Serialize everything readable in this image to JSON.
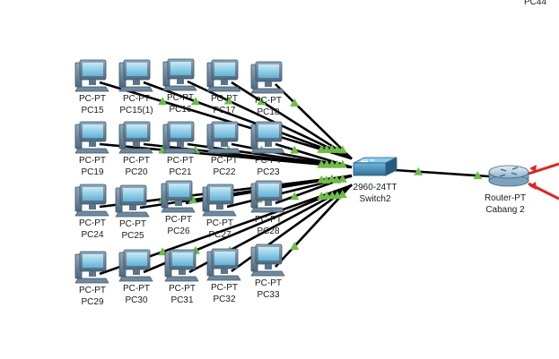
{
  "corner_label": "PC44",
  "colors": {
    "link_copper": "#000000",
    "link_serial": "#e3231b",
    "status_up": "#6cbe45"
  },
  "devices": [
    {
      "id": "PC15",
      "type": "PC-PT",
      "name": "PC15"
    },
    {
      "id": "PC15_1",
      "type": "PC-PT",
      "name": "PC15(1)"
    },
    {
      "id": "PC16",
      "type": "PC-PT",
      "name": "PC16"
    },
    {
      "id": "PC17",
      "type": "PC-PT",
      "name": "PC17"
    },
    {
      "id": "PC18",
      "type": "PC-PT",
      "name": "PC18"
    },
    {
      "id": "PC19",
      "type": "PC-PT",
      "name": "PC19"
    },
    {
      "id": "PC20",
      "type": "PC-PT",
      "name": "PC20"
    },
    {
      "id": "PC21",
      "type": "PC-PT",
      "name": "PC21"
    },
    {
      "id": "PC22",
      "type": "PC-PT",
      "name": "PC22"
    },
    {
      "id": "PC23",
      "type": "PC-PT",
      "name": "PC23"
    },
    {
      "id": "PC24",
      "type": "PC-PT",
      "name": "PC24"
    },
    {
      "id": "PC25",
      "type": "PC-PT",
      "name": "PC25"
    },
    {
      "id": "PC26",
      "type": "PC-PT",
      "name": "PC26"
    },
    {
      "id": "PC27",
      "type": "PC-PT",
      "name": "PC27"
    },
    {
      "id": "PC28",
      "type": "PC-PT",
      "name": "PC28"
    },
    {
      "id": "PC29",
      "type": "PC-PT",
      "name": "PC29"
    },
    {
      "id": "PC30",
      "type": "PC-PT",
      "name": "PC30"
    },
    {
      "id": "PC31",
      "type": "PC-PT",
      "name": "PC31"
    },
    {
      "id": "PC32",
      "type": "PC-PT",
      "name": "PC32"
    },
    {
      "id": "PC33",
      "type": "PC-PT",
      "name": "PC33"
    },
    {
      "id": "Switch2",
      "type": "2960-24TT",
      "name": "Switch2"
    },
    {
      "id": "Router",
      "type": "Router-PT",
      "name": "Cabang 2"
    }
  ],
  "links": [
    {
      "from": "PC15",
      "to": "Switch2"
    },
    {
      "from": "PC15_1",
      "to": "Switch2"
    },
    {
      "from": "PC16",
      "to": "Switch2"
    },
    {
      "from": "PC17",
      "to": "Switch2"
    },
    {
      "from": "PC18",
      "to": "Switch2"
    },
    {
      "from": "PC19",
      "to": "Switch2"
    },
    {
      "from": "PC20",
      "to": "Switch2"
    },
    {
      "from": "PC21",
      "to": "Switch2"
    },
    {
      "from": "PC22",
      "to": "Switch2"
    },
    {
      "from": "PC23",
      "to": "Switch2"
    },
    {
      "from": "PC24",
      "to": "Switch2"
    },
    {
      "from": "PC25",
      "to": "Switch2"
    },
    {
      "from": "PC26",
      "to": "Switch2"
    },
    {
      "from": "PC27",
      "to": "Switch2"
    },
    {
      "from": "PC28",
      "to": "Switch2"
    },
    {
      "from": "PC29",
      "to": "Switch2"
    },
    {
      "from": "PC30",
      "to": "Switch2"
    },
    {
      "from": "PC31",
      "to": "Switch2"
    },
    {
      "from": "PC32",
      "to": "Switch2"
    },
    {
      "from": "PC33",
      "to": "Switch2"
    },
    {
      "from": "Switch2",
      "to": "Router"
    }
  ]
}
